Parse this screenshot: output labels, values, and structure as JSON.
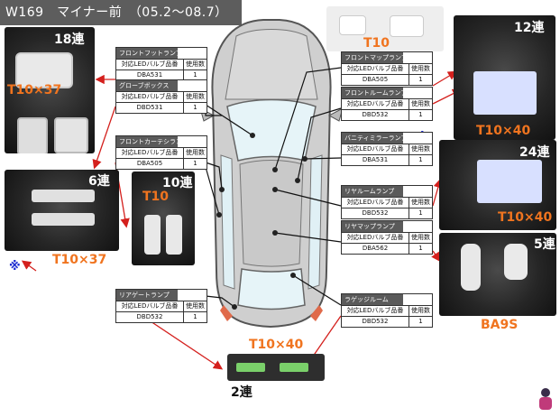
{
  "header": {
    "title": "W169　マイナー前　（05.2～08.7）"
  },
  "table_headers": {
    "part_no": "対応LEDバルブ品番",
    "qty": "使用数"
  },
  "tables": [
    {
      "id": "front-foot",
      "title": "フロントフットランプ",
      "part": "DBA531",
      "qty": "1"
    },
    {
      "id": "glove-box",
      "title": "グローブボックス",
      "part": "DBD531",
      "qty": "1"
    },
    {
      "id": "front-courtesy",
      "title": "フロントカーテシランプ",
      "part": "DBA505",
      "qty": "1"
    },
    {
      "id": "rear-gate",
      "title": "リアゲートランプ",
      "part": "DBD532",
      "qty": "1"
    },
    {
      "id": "front-map",
      "title": "フロントマップランプ",
      "part": "DBA505",
      "qty": "1"
    },
    {
      "id": "front-room",
      "title": "フロントルームランプ",
      "part": "DBD532",
      "qty": "1"
    },
    {
      "id": "vanity-mirror",
      "title": "バニティミラーランプ",
      "part": "DBA531",
      "qty": "1"
    },
    {
      "id": "rear-room",
      "title": "リヤルームランプ",
      "part": "DBD532",
      "qty": "1"
    },
    {
      "id": "rear-map",
      "title": "リヤマップランプ",
      "part": "DBA562",
      "qty": "1"
    },
    {
      "id": "luggage-room",
      "title": "ラゲッジルーム",
      "part": "DBD532",
      "qty": "1"
    }
  ],
  "photos": {
    "p18": {
      "count": "18連",
      "type": "T10×37"
    },
    "p6": {
      "count": "6連",
      "type": "T10×37",
      "mark": "※"
    },
    "p10": {
      "count": "10連",
      "type": "T10"
    },
    "pt10": {
      "type": "T10"
    },
    "p12": {
      "count": "12連",
      "type": "T10×40"
    },
    "p24": {
      "count": "24連",
      "type": "T10×40"
    },
    "p5": {
      "count": "5連",
      "type": "BA9S"
    },
    "p2": {
      "count": "2連",
      "type": "T10×40"
    }
  },
  "vanity_mark": "※"
}
